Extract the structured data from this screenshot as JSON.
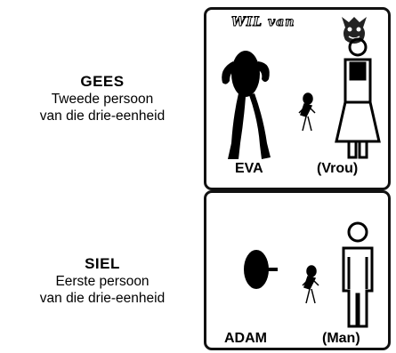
{
  "top_left": {
    "heading": "GEES",
    "line1": "Tweede persoon",
    "line2": "van die drie-eenheid"
  },
  "bottom_left": {
    "heading": "SIEL",
    "line1": "Eerste persoon",
    "line2": "van die drie-eenheid"
  },
  "top_panel": {
    "brand": "WIL van",
    "left_label": "EVA",
    "right_label": "(Vrou)"
  },
  "bottom_panel": {
    "left_label": "ADAM",
    "right_label": "(Man)"
  },
  "icons": [
    "devil-face-logo",
    "shadow-figure-icon",
    "small-man-icon",
    "woman-restroom-icon",
    "black-disc-icon",
    "man-restroom-icon"
  ]
}
